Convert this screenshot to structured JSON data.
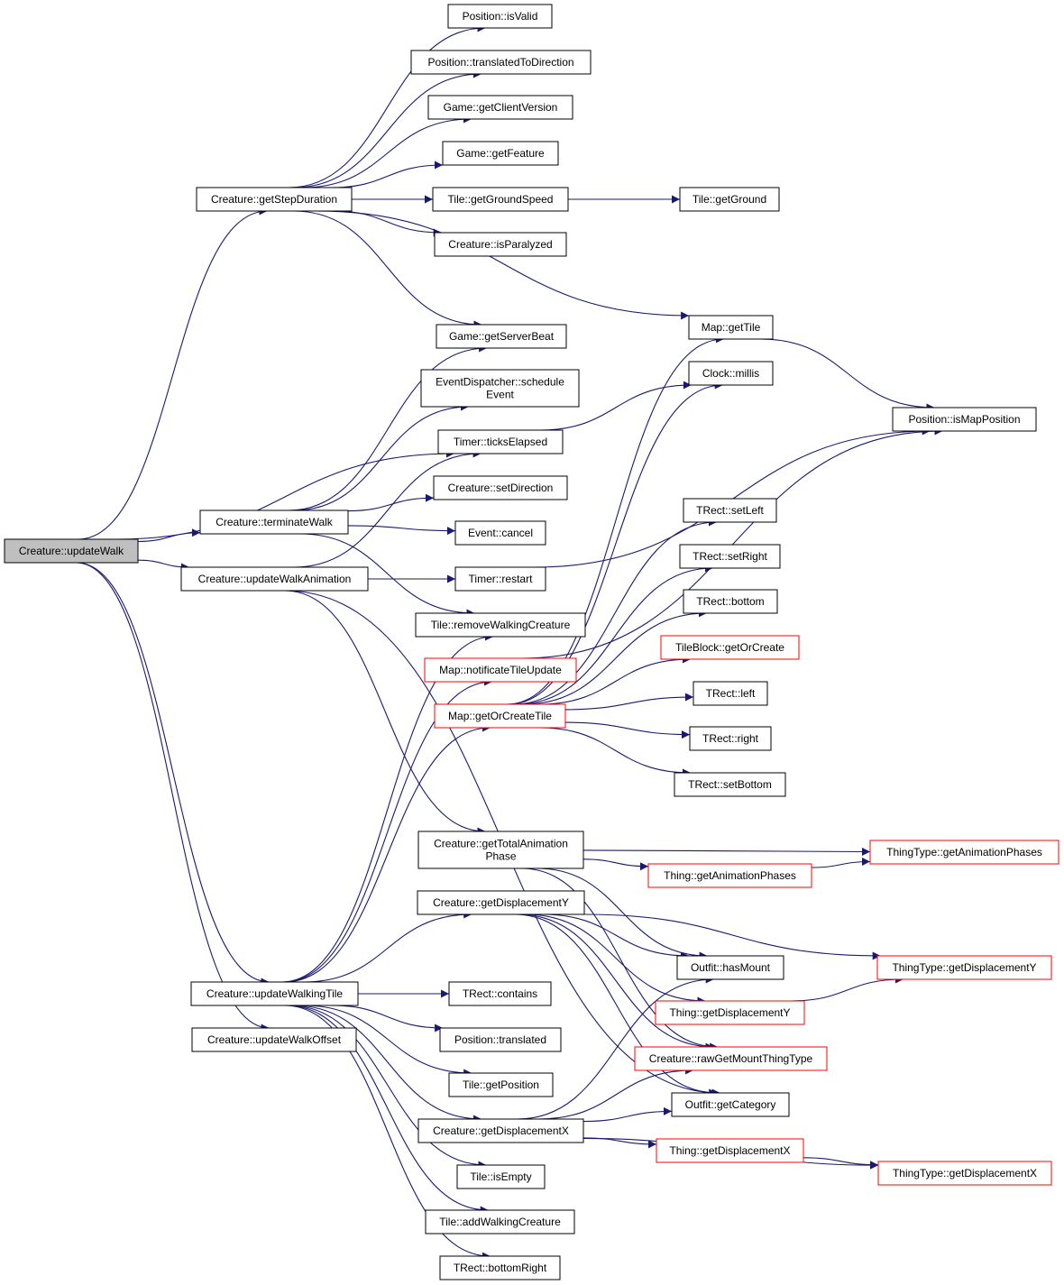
{
  "graph": {
    "edge_color": "#191970",
    "truncated_node_border_color": "#ff0000",
    "root_fill_color": "#bfbfbf",
    "nodes": {
      "updateWalk": "Creature::updateWalk",
      "getStepDuration": "Creature::getStepDuration",
      "terminateWalk": "Creature::terminateWalk",
      "updateWalkAnimation": "Creature::updateWalkAnimation",
      "updateWalkingTile": "Creature::updateWalkingTile",
      "updateWalkOffset": "Creature::updateWalkOffset",
      "isValid": "Position::isValid",
      "translatedToDirection": "Position::translatedToDirection",
      "getClientVersion": "Game::getClientVersion",
      "getFeature": "Game::getFeature",
      "getGroundSpeed": "Tile::getGroundSpeed",
      "getGround": "Tile::getGround",
      "isParalyzed": "Creature::isParalyzed",
      "getServerBeat": "Game::getServerBeat",
      "getTile": "Map::getTile",
      "scheduleEvent": "EventDispatcher::schedule\nEvent",
      "millis": "Clock::millis",
      "ticksElapsed": "Timer::ticksElapsed",
      "isMapPosition": "Position::isMapPosition",
      "setDirection": "Creature::setDirection",
      "cancel": "Event::cancel",
      "setLeft": "TRect::setLeft",
      "setRight": "TRect::setRight",
      "restart": "Timer::restart",
      "bottom": "TRect::bottom",
      "removeWalkingCreature": "Tile::removeWalkingCreature",
      "getOrCreate": "TileBlock::getOrCreate",
      "notificateTileUpdate": "Map::notificateTileUpdate",
      "left": "TRect::left",
      "getOrCreateTile": "Map::getOrCreateTile",
      "right": "TRect::right",
      "setBottom": "TRect::setBottom",
      "getTotalAnimationPhase": "Creature::getTotalAnimation\nPhase",
      "typeGetAnimationPhases": "ThingType::getAnimationPhases",
      "thingGetAnimationPhases": "Thing::getAnimationPhases",
      "creatureGetDisplacementY": "Creature::getDisplacementY",
      "hasMount": "Outfit::hasMount",
      "typeGetDisplacementY": "ThingType::getDisplacementY",
      "contains": "TRect::contains",
      "thingGetDisplacementY": "Thing::getDisplacementY",
      "translated": "Position::translated",
      "rawGetMountThingType": "Creature::rawGetMountThingType",
      "getPosition": "Tile::getPosition",
      "getCategory": "Outfit::getCategory",
      "creatureGetDisplacementX": "Creature::getDisplacementX",
      "thingGetDisplacementX": "Thing::getDisplacementX",
      "typeGetDisplacementX": "ThingType::getDisplacementX",
      "isEmpty": "Tile::isEmpty",
      "addWalkingCreature": "Tile::addWalkingCreature",
      "bottomRight": "TRect::bottomRight"
    },
    "edges": [
      [
        "updateWalk",
        "getStepDuration"
      ],
      [
        "updateWalk",
        "ticksElapsed"
      ],
      [
        "updateWalk",
        "terminateWalk"
      ],
      [
        "updateWalk",
        "updateWalkAnimation"
      ],
      [
        "updateWalk",
        "updateWalkingTile"
      ],
      [
        "updateWalk",
        "updateWalkOffset"
      ],
      [
        "getStepDuration",
        "isValid"
      ],
      [
        "getStepDuration",
        "translatedToDirection"
      ],
      [
        "getStepDuration",
        "getClientVersion"
      ],
      [
        "getStepDuration",
        "getFeature"
      ],
      [
        "getStepDuration",
        "getGroundSpeed"
      ],
      [
        "getStepDuration",
        "isParalyzed"
      ],
      [
        "getStepDuration",
        "getServerBeat"
      ],
      [
        "getStepDuration",
        "getTile"
      ],
      [
        "getGroundSpeed",
        "getGround"
      ],
      [
        "getTile",
        "isMapPosition"
      ],
      [
        "ticksElapsed",
        "millis"
      ],
      [
        "terminateWalk",
        "getServerBeat"
      ],
      [
        "terminateWalk",
        "scheduleEvent"
      ],
      [
        "terminateWalk",
        "setDirection"
      ],
      [
        "terminateWalk",
        "cancel"
      ],
      [
        "terminateWalk",
        "removeWalkingCreature"
      ],
      [
        "updateWalkAnimation",
        "ticksElapsed"
      ],
      [
        "updateWalkAnimation",
        "restart"
      ],
      [
        "updateWalkAnimation",
        "getTotalAnimationPhase"
      ],
      [
        "updateWalkAnimation",
        "getCategory"
      ],
      [
        "restart",
        "isMapPosition"
      ],
      [
        "notificateTileUpdate",
        "isMapPosition"
      ],
      [
        "getOrCreateTile",
        "getTile"
      ],
      [
        "getOrCreateTile",
        "millis"
      ],
      [
        "getOrCreateTile",
        "setLeft"
      ],
      [
        "getOrCreateTile",
        "setRight"
      ],
      [
        "getOrCreateTile",
        "bottom"
      ],
      [
        "getOrCreateTile",
        "getOrCreate"
      ],
      [
        "getOrCreateTile",
        "left"
      ],
      [
        "getOrCreateTile",
        "right"
      ],
      [
        "getOrCreateTile",
        "setBottom"
      ],
      [
        "updateWalkingTile",
        "removeWalkingCreature"
      ],
      [
        "updateWalkingTile",
        "notificateTileUpdate"
      ],
      [
        "updateWalkingTile",
        "getOrCreateTile"
      ],
      [
        "updateWalkingTile",
        "creatureGetDisplacementY"
      ],
      [
        "updateWalkingTile",
        "contains"
      ],
      [
        "updateWalkingTile",
        "translated"
      ],
      [
        "updateWalkingTile",
        "getPosition"
      ],
      [
        "updateWalkingTile",
        "creatureGetDisplacementX"
      ],
      [
        "updateWalkingTile",
        "isEmpty"
      ],
      [
        "updateWalkingTile",
        "addWalkingCreature"
      ],
      [
        "updateWalkingTile",
        "bottomRight"
      ],
      [
        "getTotalAnimationPhase",
        "typeGetAnimationPhases"
      ],
      [
        "getTotalAnimationPhase",
        "thingGetAnimationPhases"
      ],
      [
        "getTotalAnimationPhase",
        "hasMount"
      ],
      [
        "getTotalAnimationPhase",
        "rawGetMountThingType"
      ],
      [
        "thingGetAnimationPhases",
        "typeGetAnimationPhases"
      ],
      [
        "creatureGetDisplacementY",
        "hasMount"
      ],
      [
        "creatureGetDisplacementY",
        "typeGetDisplacementY"
      ],
      [
        "creatureGetDisplacementY",
        "thingGetDisplacementY"
      ],
      [
        "creatureGetDisplacementY",
        "rawGetMountThingType"
      ],
      [
        "creatureGetDisplacementY",
        "getCategory"
      ],
      [
        "thingGetDisplacementY",
        "typeGetDisplacementY"
      ],
      [
        "creatureGetDisplacementX",
        "hasMount"
      ],
      [
        "creatureGetDisplacementX",
        "rawGetMountThingType"
      ],
      [
        "creatureGetDisplacementX",
        "getCategory"
      ],
      [
        "creatureGetDisplacementX",
        "thingGetDisplacementX"
      ],
      [
        "creatureGetDisplacementX",
        "typeGetDisplacementX"
      ],
      [
        "thingGetDisplacementX",
        "typeGetDisplacementX"
      ]
    ]
  }
}
